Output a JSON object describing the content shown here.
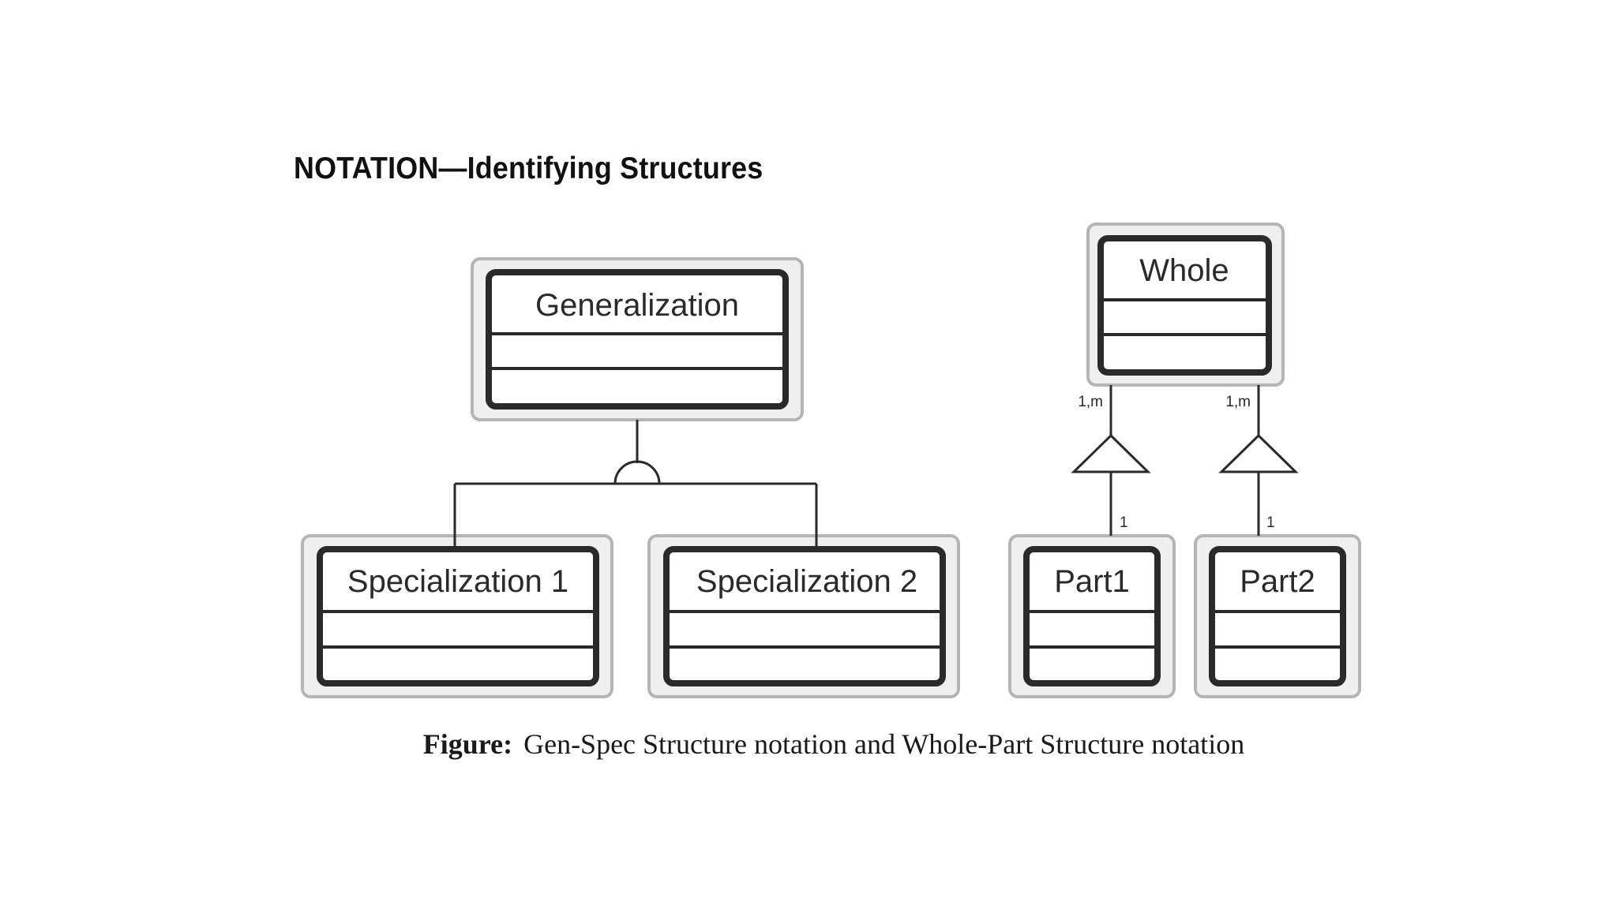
{
  "heading": "NOTATION—Identifying Structures",
  "caption": {
    "lead": "Figure:",
    "text": "Gen-Spec Structure notation and Whole-Part Structure notation"
  },
  "classes": {
    "generalization": "Generalization",
    "specialization1": "Specialization 1",
    "specialization2": "Specialization 2",
    "whole": "Whole",
    "part1": "Part1",
    "part2": "Part2"
  },
  "multiplicity": {
    "whole_end_left": "1,m",
    "whole_end_right": "1,m",
    "part1_end": "1",
    "part2_end": "1"
  },
  "colors": {
    "outer_border": "#b5b5b5",
    "outer_fill": "#efefef",
    "inner_border": "#2a2a2a",
    "line": "#2a2a2a"
  }
}
